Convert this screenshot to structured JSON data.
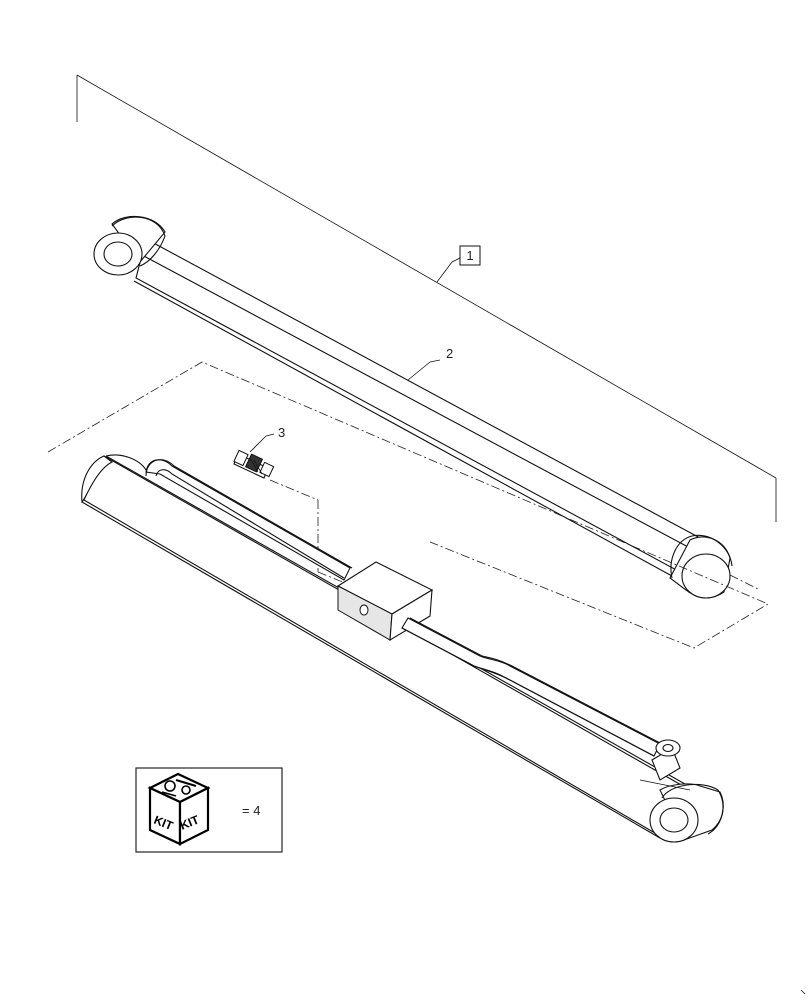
{
  "callouts": {
    "item_1": "1",
    "item_2": "2",
    "item_3": "3"
  },
  "kit_legend": {
    "icon": "kit-box-icon",
    "label_left": "KIT",
    "label_right": "KIT",
    "equals_text": "= 4"
  },
  "colors": {
    "line": "#111111",
    "background": "#ffffff"
  }
}
